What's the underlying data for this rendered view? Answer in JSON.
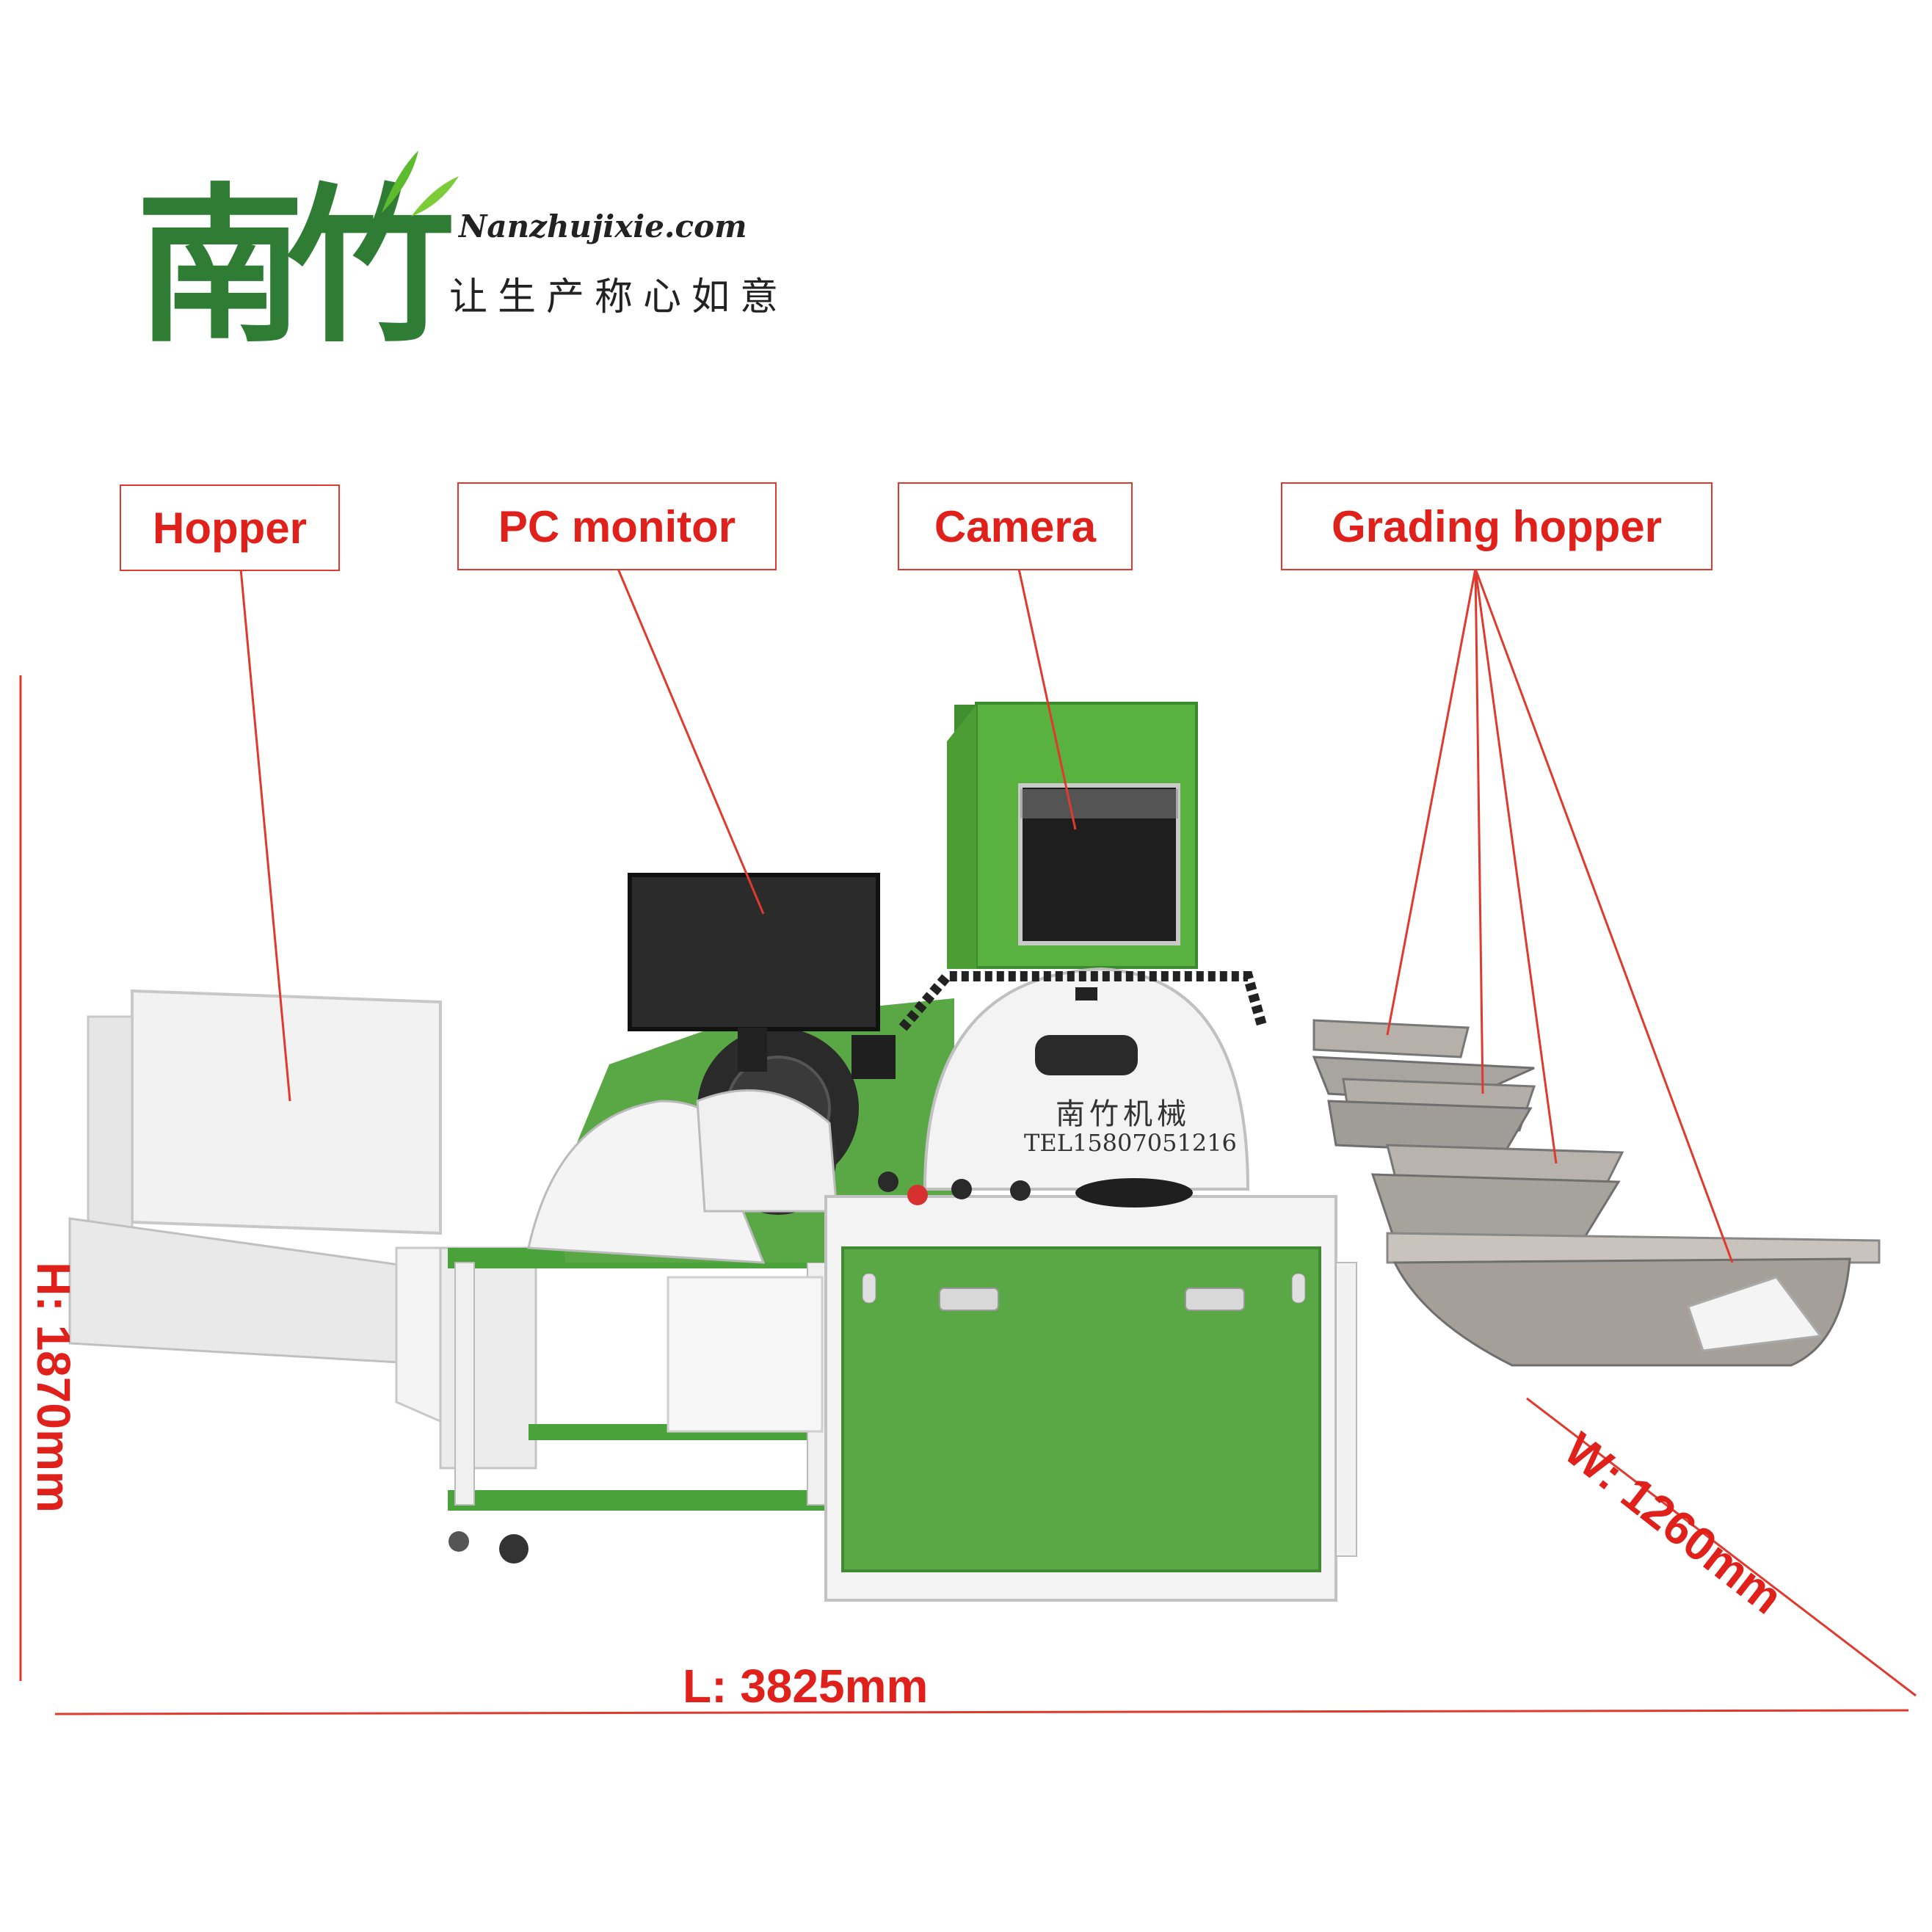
{
  "brand": {
    "logo_chars": [
      "南",
      "竹"
    ],
    "url": "Nanzhujixie.com",
    "slogan": "让生产称心如意"
  },
  "machine_plate": {
    "name": "南竹机械",
    "tel": "TEL15807051216"
  },
  "labels": {
    "hopper": "Hopper",
    "pc_monitor": "PC monitor",
    "camera": "Camera",
    "grading_hopper": "Grading hopper"
  },
  "dimensions": {
    "height": "H: 1870mm",
    "length": "L: 3825mm",
    "width": "W: 1260mm"
  },
  "colors": {
    "accent_red": "#e0201a",
    "machine_green": "#4aa23a",
    "logo_green": "#2f7d35",
    "steel": "#a8a49f"
  }
}
